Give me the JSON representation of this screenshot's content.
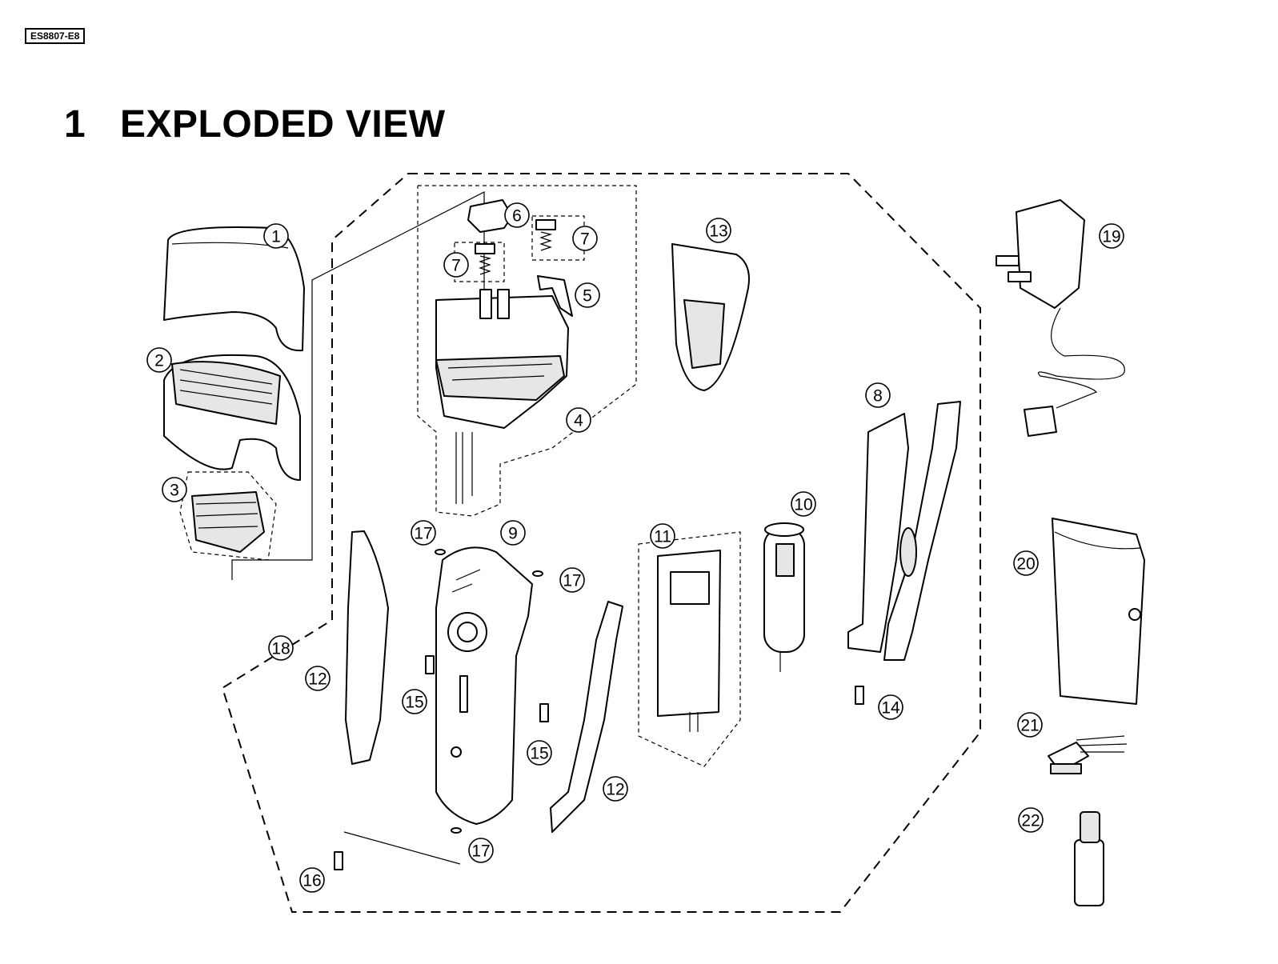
{
  "document": {
    "model_code": "ES8807-E8",
    "section_number": "1",
    "section_title": "EXPLODED VIEW"
  },
  "callouts": [
    {
      "id": "c1",
      "label": "1"
    },
    {
      "id": "c2",
      "label": "2"
    },
    {
      "id": "c3",
      "label": "3"
    },
    {
      "id": "c4",
      "label": "4"
    },
    {
      "id": "c5",
      "label": "5"
    },
    {
      "id": "c6",
      "label": "6"
    },
    {
      "id": "c7a",
      "label": "7"
    },
    {
      "id": "c7b",
      "label": "7"
    },
    {
      "id": "c8",
      "label": "8"
    },
    {
      "id": "c9",
      "label": "9"
    },
    {
      "id": "c10",
      "label": "10"
    },
    {
      "id": "c11",
      "label": "11"
    },
    {
      "id": "c12a",
      "label": "12"
    },
    {
      "id": "c12b",
      "label": "12"
    },
    {
      "id": "c13",
      "label": "13"
    },
    {
      "id": "c14",
      "label": "14"
    },
    {
      "id": "c15a",
      "label": "15"
    },
    {
      "id": "c15b",
      "label": "15"
    },
    {
      "id": "c16",
      "label": "16"
    },
    {
      "id": "c17a",
      "label": "17"
    },
    {
      "id": "c17b",
      "label": "17"
    },
    {
      "id": "c17c",
      "label": "17"
    },
    {
      "id": "c18",
      "label": "18"
    },
    {
      "id": "c19",
      "label": "19"
    },
    {
      "id": "c20",
      "label": "20"
    },
    {
      "id": "c21",
      "label": "21"
    },
    {
      "id": "c22",
      "label": "22"
    }
  ]
}
